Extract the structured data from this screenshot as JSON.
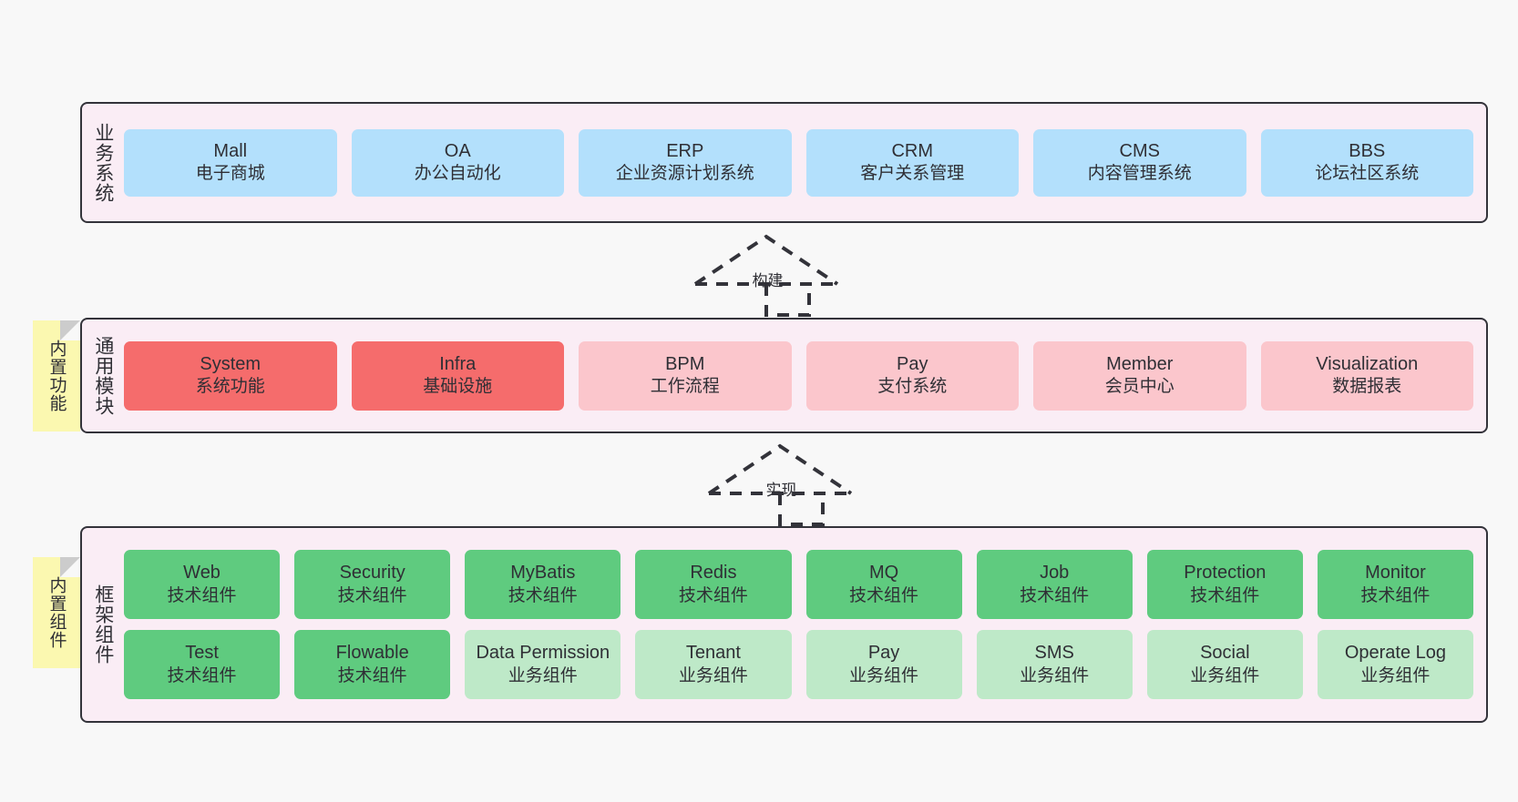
{
  "theme": {
    "background": "#F8F8F8",
    "layer_background": "#FAEDF5",
    "layer_border": "#33333a",
    "blue": "#B3E0FC",
    "red": "#F56C6C",
    "pink": "#FBC6CC",
    "green": "#5FCB7F",
    "green_light": "#BEE9C8",
    "sticky": "#FBF8B0",
    "sticky_fold": "#CCCCCC",
    "text": "#2f2f35"
  },
  "layers": [
    {
      "id": "business",
      "label": "业务系统",
      "rows": [
        [
          {
            "en": "Mall",
            "cn": "电子商城",
            "color": "blue"
          },
          {
            "en": "OA",
            "cn": "办公自动化",
            "color": "blue"
          },
          {
            "en": "ERP",
            "cn": "企业资源计划系统",
            "color": "blue"
          },
          {
            "en": "CRM",
            "cn": "客户关系管理",
            "color": "blue"
          },
          {
            "en": "CMS",
            "cn": "内容管理系统",
            "color": "blue"
          },
          {
            "en": "BBS",
            "cn": "论坛社区系统",
            "color": "blue"
          }
        ]
      ]
    },
    {
      "id": "common",
      "label": "通用模块",
      "sticky": "内置功能",
      "rows": [
        [
          {
            "en": "System",
            "cn": "系统功能",
            "color": "red"
          },
          {
            "en": "Infra",
            "cn": "基础设施",
            "color": "red"
          },
          {
            "en": "BPM",
            "cn": "工作流程",
            "color": "pink"
          },
          {
            "en": "Pay",
            "cn": "支付系统",
            "color": "pink"
          },
          {
            "en": "Member",
            "cn": "会员中心",
            "color": "pink"
          },
          {
            "en": "Visualization",
            "cn": "数据报表",
            "color": "pink"
          }
        ]
      ]
    },
    {
      "id": "framework",
      "label": "框架组件",
      "sticky": "内置组件",
      "rows": [
        [
          {
            "en": "Web",
            "cn": "技术组件",
            "color": "green"
          },
          {
            "en": "Security",
            "cn": "技术组件",
            "color": "green"
          },
          {
            "en": "MyBatis",
            "cn": "技术组件",
            "color": "green"
          },
          {
            "en": "Redis",
            "cn": "技术组件",
            "color": "green"
          },
          {
            "en": "MQ",
            "cn": "技术组件",
            "color": "green"
          },
          {
            "en": "Job",
            "cn": "技术组件",
            "color": "green"
          },
          {
            "en": "Protection",
            "cn": "技术组件",
            "color": "green"
          },
          {
            "en": "Monitor",
            "cn": "技术组件",
            "color": "green"
          }
        ],
        [
          {
            "en": "Test",
            "cn": "技术组件",
            "color": "green"
          },
          {
            "en": "Flowable",
            "cn": "技术组件",
            "color": "green"
          },
          {
            "en": "Data Permission",
            "cn": "业务组件",
            "color": "green_light"
          },
          {
            "en": "Tenant",
            "cn": "业务组件",
            "color": "green_light"
          },
          {
            "en": "Pay",
            "cn": "业务组件",
            "color": "green_light"
          },
          {
            "en": "SMS",
            "cn": "业务组件",
            "color": "green_light"
          },
          {
            "en": "Social",
            "cn": "业务组件",
            "color": "green_light"
          },
          {
            "en": "Operate Log",
            "cn": "业务组件",
            "color": "green_light"
          }
        ]
      ]
    }
  ],
  "connectors": [
    {
      "id": "build",
      "label": "构建"
    },
    {
      "id": "impl",
      "label": "实现"
    }
  ]
}
